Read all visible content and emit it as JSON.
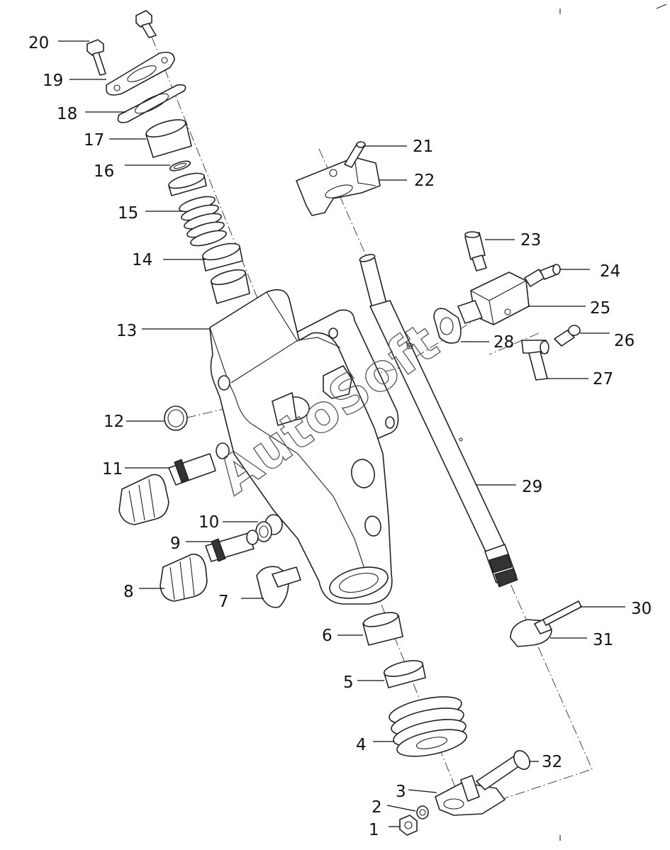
{
  "watermark": "AutoSoft",
  "callouts": {
    "c1": "1",
    "c2": "2",
    "c3": "3",
    "c4": "4",
    "c5": "5",
    "c6": "6",
    "c7": "7",
    "c8": "8",
    "c9": "9",
    "c10": "10",
    "c11": "11",
    "c12": "12",
    "c13": "13",
    "c14": "14",
    "c15": "15",
    "c16": "16",
    "c17": "17",
    "c18": "18",
    "c19": "19",
    "c20": "20",
    "c21": "21",
    "c22": "22",
    "c23": "23",
    "c24": "24",
    "c25": "25",
    "c26": "26",
    "c27": "27",
    "c28": "28",
    "c29": "29",
    "c30": "30",
    "c31": "31",
    "c32": "32"
  }
}
